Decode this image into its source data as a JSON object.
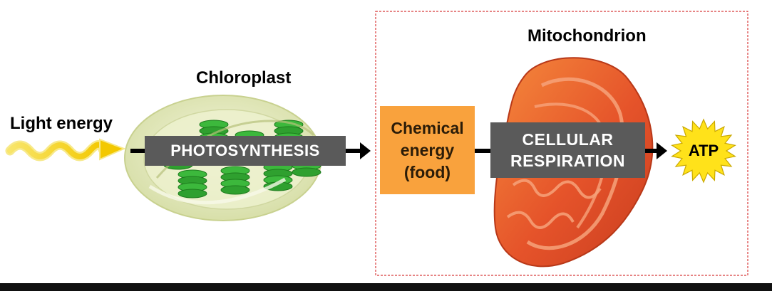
{
  "labels": {
    "light_energy": "Light energy",
    "chloroplast": "Chloroplast",
    "mitochondrion": "Mitochondrion",
    "photosynthesis": "PHOTOSYNTHESIS",
    "chemical_energy_line1": "Chemical",
    "chemical_energy_line2": "energy",
    "chemical_energy_line3": "(food)",
    "cellular_respiration_line1": "CELLULAR",
    "cellular_respiration_line2": "RESPIRATION",
    "atp": "ATP"
  },
  "colors": {
    "light_wave": "#f5d000",
    "light_wave_outline": "#f7e98a",
    "chloroplast_membrane": "#dfe6b8",
    "thylakoid": "#2fa02f",
    "process_box": "#5a5a5a",
    "food_box": "#f9a23d",
    "mitochondrion": "#e8552a",
    "mitochondrion_inner": "#f6a27a",
    "atp_star": "#ffe21a",
    "highlight_border": "#d83a3a",
    "arrow": "#000000"
  },
  "icons": {
    "light": "wavy-arrow-icon",
    "atp": "starburst-icon"
  }
}
